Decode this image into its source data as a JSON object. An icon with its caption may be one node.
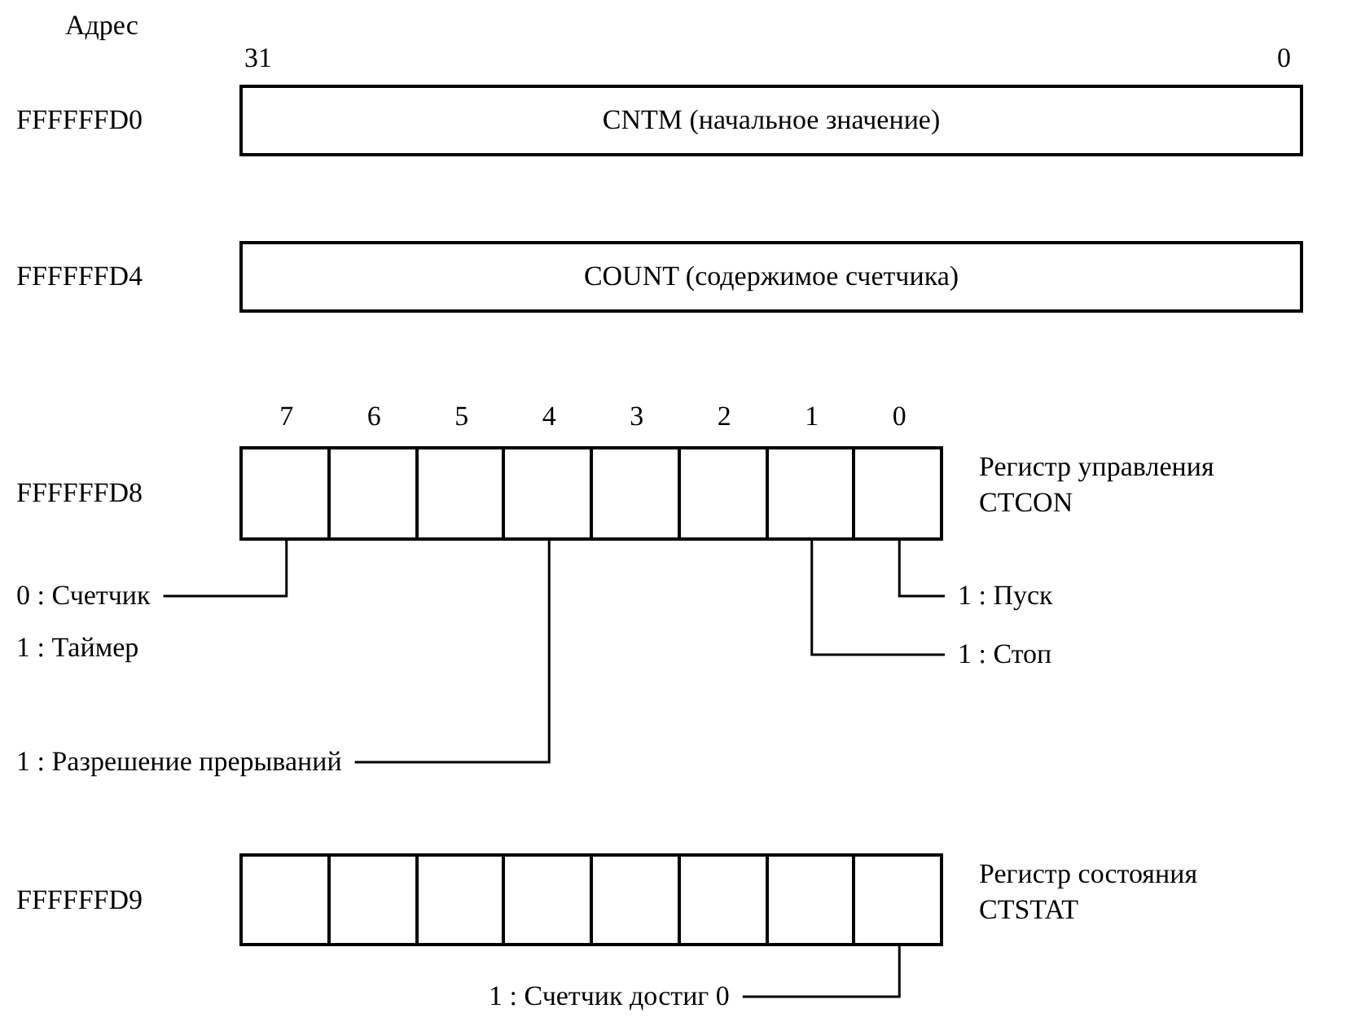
{
  "diagram": {
    "nodes": [
      {
        "text": [
          "CNTM (начальное значение)"
        ],
        "beside": [
          "FFFFFFD0"
        ]
      },
      {
        "text": [
          "COUNT (содержимое счетчика)"
        ],
        "beside": [
          "FFFFFFD4"
        ]
      },
      {
        "text": [],
        "shape": "box",
        "beside": [
          "FFFFFFD8",
          "Регистр управления CTCON"
        ]
      },
      {
        "text": [],
        "shape": "box",
        "in": 2,
        "beside": [
          "7"
        ]
      },
      {
        "text": [],
        "shape": "box",
        "in": 2,
        "beside": [
          "6"
        ]
      },
      {
        "text": [],
        "shape": "box",
        "in": 2,
        "beside": [
          "5"
        ]
      },
      {
        "text": [],
        "shape": "box",
        "in": 2,
        "beside": [
          "4"
        ]
      },
      {
        "text": [],
        "shape": "box",
        "in": 2,
        "beside": [
          "3"
        ]
      },
      {
        "text": [],
        "shape": "box",
        "in": 2,
        "beside": [
          "2"
        ]
      },
      {
        "text": [],
        "shape": "box",
        "in": 2,
        "beside": [
          "1"
        ]
      },
      {
        "text": [],
        "shape": "box",
        "in": 2,
        "beside": [
          "0"
        ]
      },
      {
        "text": [
          "0 : Счетчик",
          "1 : Таймер"
        ]
      },
      {
        "text": [
          "1 : Пуск"
        ]
      },
      {
        "text": [
          "1 : Стоп"
        ]
      },
      {
        "text": [
          "1 : Разрешение прерываний"
        ]
      },
      {
        "text": [],
        "shape": "box",
        "beside": [
          "FFFFFFD9",
          "Регистр состояния CTSTAT"
        ]
      },
      {
        "text": [],
        "shape": "box",
        "in": 15
      },
      {
        "text": [],
        "shape": "box",
        "in": 15
      },
      {
        "text": [],
        "shape": "box",
        "in": 15
      },
      {
        "text": [],
        "shape": "box",
        "in": 15
      },
      {
        "text": [],
        "shape": "box",
        "in": 15
      },
      {
        "text": [],
        "shape": "box",
        "in": 15
      },
      {
        "text": [],
        "shape": "box",
        "in": 15
      },
      {
        "text": [],
        "shape": "box",
        "in": 15
      },
      {
        "text": [
          "1 : Счетчик достиг 0"
        ]
      }
    ],
    "edges": [
      {
        "from": 11,
        "to": 3,
        "arrow": "none"
      },
      {
        "from": 12,
        "to": 10,
        "arrow": "none"
      },
      {
        "from": 13,
        "to": 9,
        "arrow": "none"
      },
      {
        "from": 14,
        "to": 6,
        "arrow": "none"
      },
      {
        "from": 24,
        "to": 23,
        "arrow": "none"
      }
    ],
    "labels": [
      "Адрес",
      "31",
      "0"
    ]
  }
}
